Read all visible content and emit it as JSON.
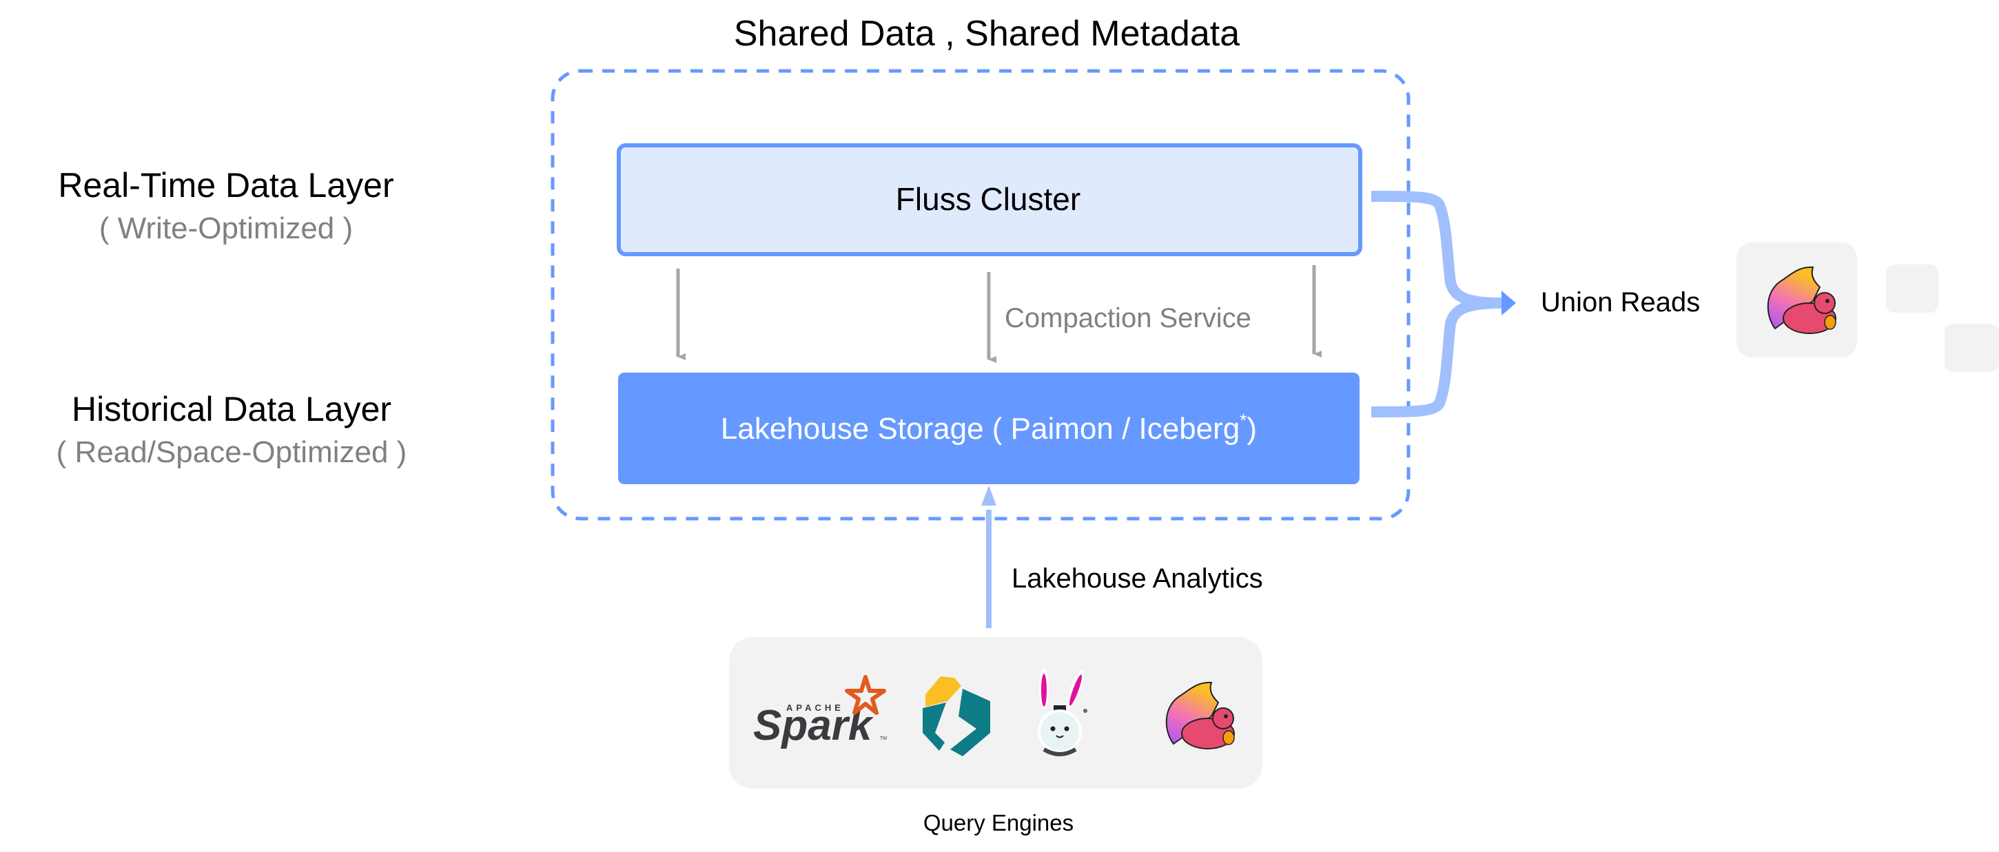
{
  "title": "Shared Data , Shared Metadata",
  "layers": {
    "realtime": {
      "label": "Real-Time Data Layer",
      "sublabel": "( Write-Optimized )"
    },
    "historical": {
      "label": "Historical Data Layer",
      "sublabel": "( Read/Space-Optimized )"
    }
  },
  "boxes": {
    "fluss": {
      "label": "Fluss Cluster"
    },
    "lakehouse": {
      "label": "Lakehouse Storage  ( Paimon / Iceberg",
      "superscript": "*",
      "label_end": ")"
    }
  },
  "arrows": {
    "compaction": "Compaction Service",
    "analytics": "Lakehouse Analytics",
    "union": "Union Reads"
  },
  "engines": {
    "label": "Query Engines",
    "items": [
      {
        "name": "Apache Spark",
        "icon": "spark-logo-icon"
      },
      {
        "name": "StarRocks",
        "icon": "starrocks-logo-icon"
      },
      {
        "name": "Trino/Rabbit",
        "icon": "rabbit-astronaut-icon"
      },
      {
        "name": "Apache Flink",
        "icon": "flink-squirrel-icon"
      }
    ],
    "spark_apache": "APACHE",
    "spark_word": "Spark",
    "spark_tm": "TM"
  },
  "union_target": {
    "icon": "flink-squirrel-icon"
  },
  "colors": {
    "accent": "#6699FF",
    "accent_light": "#A0BFFD",
    "fluss_fill": "#DFEAFD",
    "panel": "#F2F2F2",
    "grey_arrow": "#A6A6A6",
    "grey_text": "#808080"
  }
}
